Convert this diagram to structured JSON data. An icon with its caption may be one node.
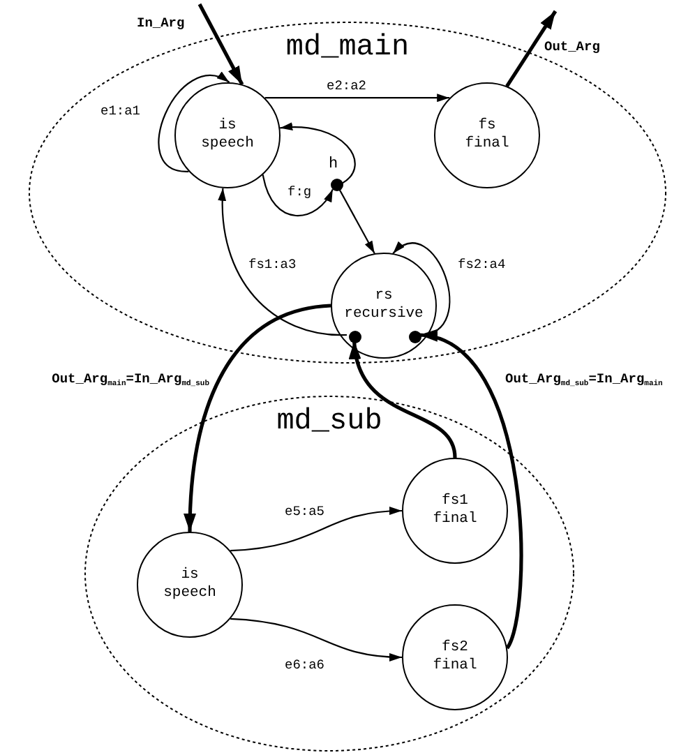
{
  "diagram": {
    "nodes": [
      {
        "text": [
          "md_main"
        ]
      },
      {
        "text": [
          "is speech"
        ],
        "in": 0
      },
      {
        "text": [
          "fs final"
        ],
        "in": 0
      },
      {
        "text": [
          "h"
        ],
        "in": 0
      },
      {
        "text": [
          "rs recursive"
        ],
        "in": 0
      },
      {
        "text": [],
        "shape": "circle",
        "in": 4
      },
      {
        "text": [],
        "shape": "circle",
        "in": 4
      },
      {
        "text": [
          "md_sub"
        ]
      },
      {
        "text": [
          "is speech"
        ],
        "in": 7
      },
      {
        "text": [
          "fs1 final"
        ],
        "in": 7
      },
      {
        "text": [
          "fs2 final"
        ],
        "in": 7
      }
    ],
    "edges": [
      {
        "from": null,
        "to": 1,
        "arrow": "to",
        "label": "In_Arg",
        "style": "thick"
      },
      {
        "from": 2,
        "to": null,
        "arrow": "to",
        "label": "Out_Arg",
        "style": "thick"
      },
      {
        "from": 1,
        "to": 1,
        "arrow": "to",
        "label": "e1:a1"
      },
      {
        "from": 1,
        "to": 2,
        "arrow": "to",
        "label": "e2:a2"
      },
      {
        "from": 1,
        "to": 3,
        "arrow": "to",
        "label": "f:g"
      },
      {
        "from": 3,
        "to": 1,
        "arrow": "to"
      },
      {
        "from": 3,
        "to": 4,
        "arrow": "to"
      },
      {
        "from": 5,
        "to": 1,
        "arrow": "to",
        "label": "fs1:a3"
      },
      {
        "from": 6,
        "to": 4,
        "arrow": "to",
        "label": "fs2:a4"
      },
      {
        "from": 4,
        "to": 8,
        "arrow": "to",
        "label": "Out_Arg$_{main}$=In_Arg$_{md_sub}$",
        "style": "thick"
      },
      {
        "from": 9,
        "to": 5,
        "arrow": "to",
        "style": "thick"
      },
      {
        "from": 10,
        "to": 6,
        "arrow": "to",
        "label": "Out_Arg$_{md_sub}$=In_Arg$_{main}$",
        "style": "thick"
      },
      {
        "from": 8,
        "to": 9,
        "arrow": "to",
        "label": "e5:a5"
      },
      {
        "from": 8,
        "to": 10,
        "arrow": "to",
        "label": "e6:a6"
      }
    ]
  }
}
